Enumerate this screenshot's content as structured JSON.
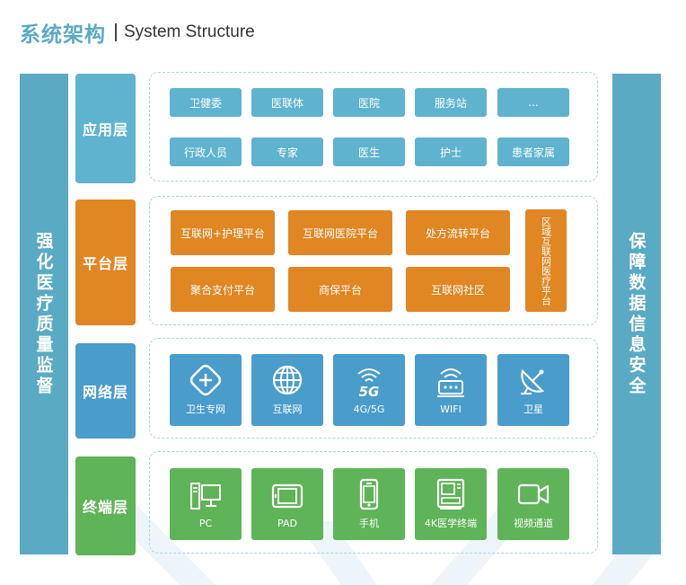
{
  "title": {
    "cn": "系统架构",
    "en": "System Structure"
  },
  "left_column": "强化医疗质量监督",
  "right_column": "保障数据信息安全",
  "layers": {
    "app": {
      "label": "应用层",
      "row1": [
        "卫健委",
        "医联体",
        "医院",
        "服务站",
        "..."
      ],
      "row2": [
        "行政人员",
        "专家",
        "医生",
        "护士",
        "患者家属"
      ]
    },
    "platform": {
      "label": "平台层",
      "row1": [
        "互联网+护理平台",
        "互联网医院平台",
        "处方流转平台"
      ],
      "row2": [
        "聚合支付平台",
        "商保平台",
        "互联网社区"
      ],
      "vertical": "区域互联网医疗平台"
    },
    "network": {
      "label": "网络层",
      "items": [
        {
          "label": "卫生专网",
          "icon": "plus-circle-icon"
        },
        {
          "label": "互联网",
          "icon": "globe-icon"
        },
        {
          "label": "4G/5G",
          "icon": "5g-icon"
        },
        {
          "label": "WIFI",
          "icon": "wifi-router-icon"
        },
        {
          "label": "卫星",
          "icon": "satellite-dish-icon"
        }
      ]
    },
    "terminal": {
      "label": "终端层",
      "items": [
        {
          "label": "PC",
          "icon": "pc-icon"
        },
        {
          "label": "PAD",
          "icon": "tablet-icon"
        },
        {
          "label": "手机",
          "icon": "phone-icon"
        },
        {
          "label": "4K医学终端",
          "icon": "medical-terminal-icon"
        },
        {
          "label": "视频通道",
          "icon": "video-camera-icon"
        }
      ]
    }
  },
  "colors": {
    "side": "#5aaac4",
    "app": "#5fb3cf",
    "platform": "#e08623",
    "network": "#4a9ccb",
    "terminal": "#5fb358"
  }
}
